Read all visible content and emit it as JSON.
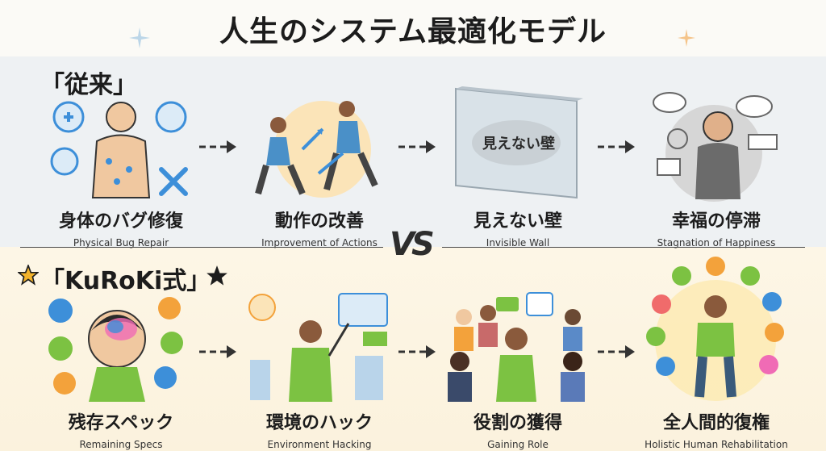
{
  "title": "人生のシステム最適化モデル",
  "traditional": {
    "label": "「従来」",
    "steps": [
      {
        "name": "身体のバグ修復",
        "en": "Physical Bug Repair"
      },
      {
        "name": "動作の改善",
        "en": "Improvement of Actions"
      },
      {
        "name": "見えない壁",
        "en": "Invisible Wall"
      },
      {
        "name": "幸福の停滞",
        "en": "Stagnation of Happiness"
      }
    ],
    "wall_text": "見えない壁"
  },
  "vs": "VS",
  "kuroki": {
    "label": "「KuRoKi式」",
    "steps": [
      {
        "name": "残存スペック",
        "en": "Remaining Specs"
      },
      {
        "name": "環境のハック",
        "en": "Environment Hacking"
      },
      {
        "name": "役割の獲得",
        "en": "Gaining Role"
      },
      {
        "name": "全人間的復権",
        "en": "Holistic Human Rehabilitation"
      }
    ]
  },
  "colors": {
    "accent_blue": "#3d8fd9",
    "accent_green": "#7cc242",
    "accent_orange": "#f3a23b",
    "dark": "#1c1c1c"
  }
}
